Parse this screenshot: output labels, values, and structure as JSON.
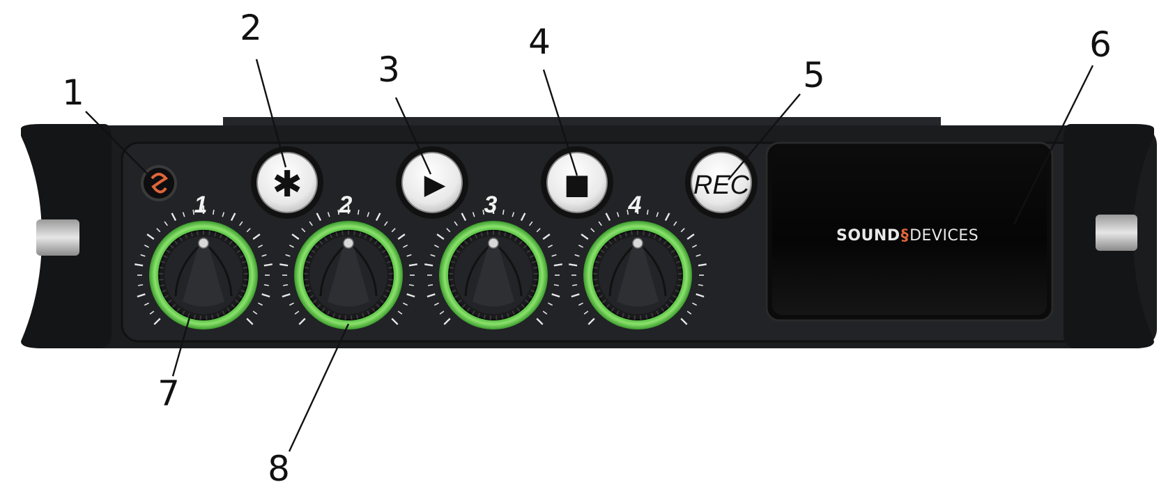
{
  "device": {
    "brand_left": "SOUND",
    "brand_right": "DEVICES",
    "buttons": [
      {
        "name": "star-button",
        "symbol": "✱"
      },
      {
        "name": "play-button",
        "symbol": "▶"
      },
      {
        "name": "stop-button",
        "symbol": "■"
      },
      {
        "name": "rec-button",
        "symbol": "REC"
      }
    ],
    "knobs": [
      {
        "label": "1"
      },
      {
        "label": "2"
      },
      {
        "label": "3"
      },
      {
        "label": "4"
      }
    ],
    "colors": {
      "body": "#1b1c1e",
      "ring_green": "#5fcf4a",
      "button_face": "#f2f2f2",
      "screen": "#060606",
      "logo_accent": "#e0663a"
    }
  },
  "callouts": [
    "1",
    "2",
    "3",
    "4",
    "5",
    "6",
    "7",
    "8"
  ]
}
